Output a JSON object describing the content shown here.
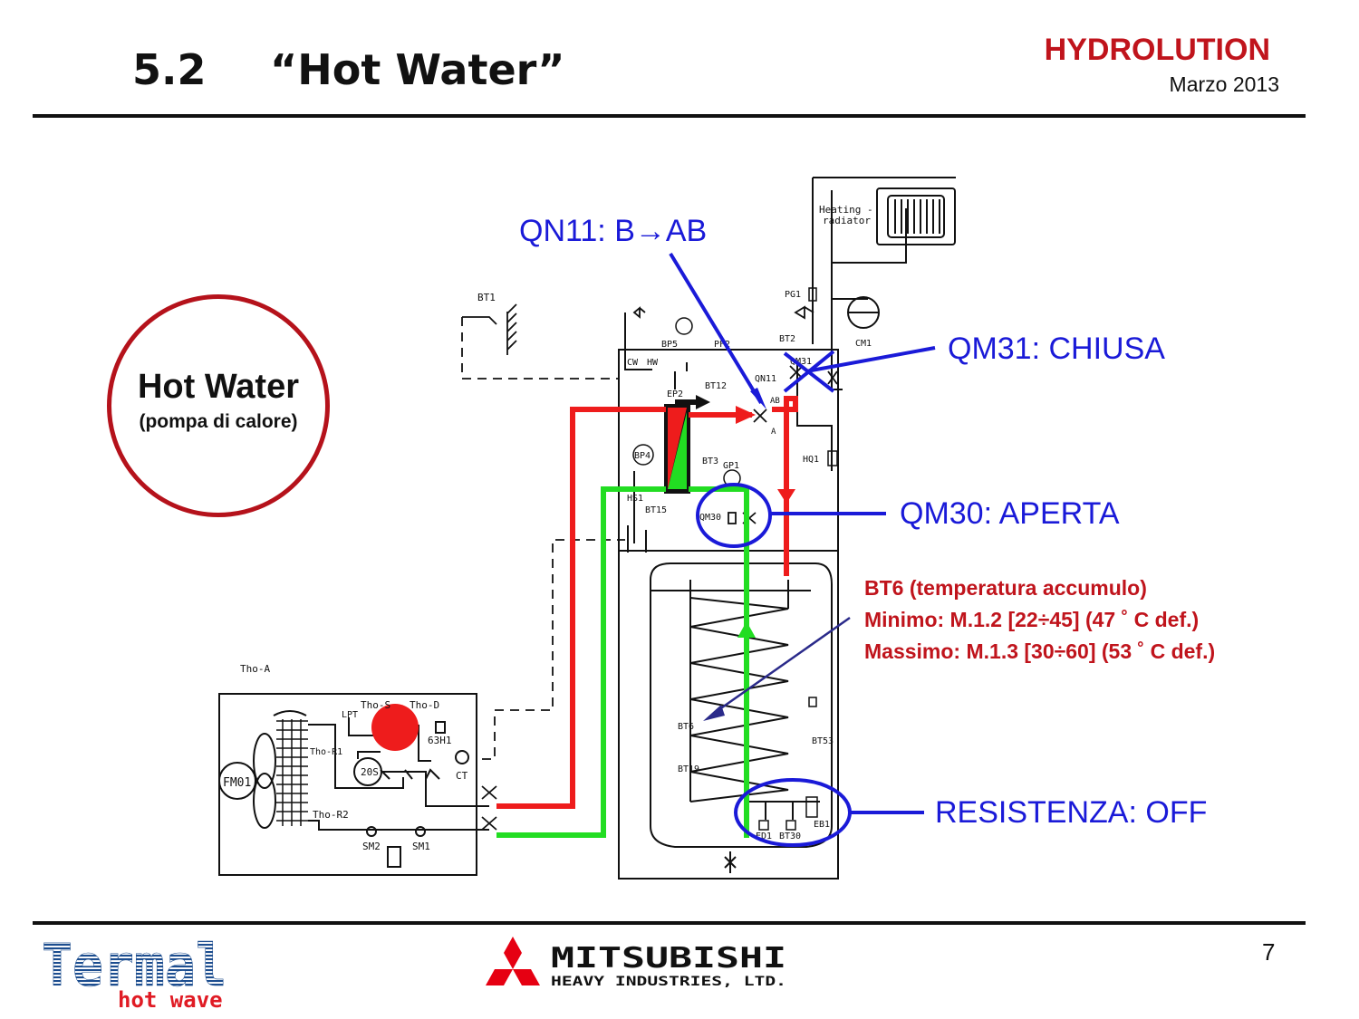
{
  "header": {
    "section_number": "5.2",
    "title": "“Hot Water”",
    "brand": "HYDROLUTION",
    "date": "Marzo 2013"
  },
  "badge": {
    "title": "Hot Water",
    "subtitle": "(pompa di calore)"
  },
  "callouts": {
    "qn11": "QN11: B→AB",
    "qm31": "QM31: CHIUSA",
    "qm30": "QM30: APERTA",
    "resistenza": "RESISTENZA: OFF"
  },
  "bt6_note": {
    "line1": "BT6 (temperatura accumulo)",
    "line2": "Minimo: M.1.2  [22÷45] (47 ˚  C def.)",
    "line3": "Massimo: M.1.3 [30÷60] (53 ˚  C def.)"
  },
  "schematic_labels": {
    "heating": "Heating -",
    "radiator": "radiator",
    "bt1": "BT1",
    "pg1": "PG1",
    "cm1": "CM1",
    "bt2": "BT2",
    "qm31": "QM31",
    "bp5": "BP5",
    "pf2": "PF2",
    "cw": "CW",
    "hw": "HW",
    "bt12": "BT12",
    "qn11": "QN11",
    "ab": "AB",
    "a": "A",
    "ep2": "EP2",
    "bp4": "BP4",
    "bt3": "BT3",
    "gp1": "GP1",
    "hs1": "HS1",
    "bt15": "BT15",
    "qm30": "QM30",
    "hq1": "HQ1",
    "bt6": "BT6",
    "bt19": "BT19",
    "bt53": "BT53",
    "eb1": "EB1",
    "bt30": "BT30",
    "ed1": "ED1",
    "tho_a": "Tho-A",
    "tho_s": "Tho-S",
    "tho_d": "Tho-D",
    "lpt": "LPT",
    "h63": "63H1",
    "tho_r1": "Tho-R1",
    "tho_r2": "Tho-R2",
    "fm01": "FM01",
    "s20": "20S",
    "ct": "CT",
    "sm2": "SM2",
    "sm1": "SM1"
  },
  "footer": {
    "page": "7",
    "logo_termal": "Termal",
    "logo_termal_sub": "hot wave",
    "logo_mhi_1": "MITSUBISHI",
    "logo_mhi_2": "HEAVY INDUSTRIES, LTD."
  },
  "colors": {
    "hot_line": "#ee1c1c",
    "return_line": "#22dd22",
    "callout_blue": "#1a1ad8",
    "brand_red": "#c0141c"
  }
}
